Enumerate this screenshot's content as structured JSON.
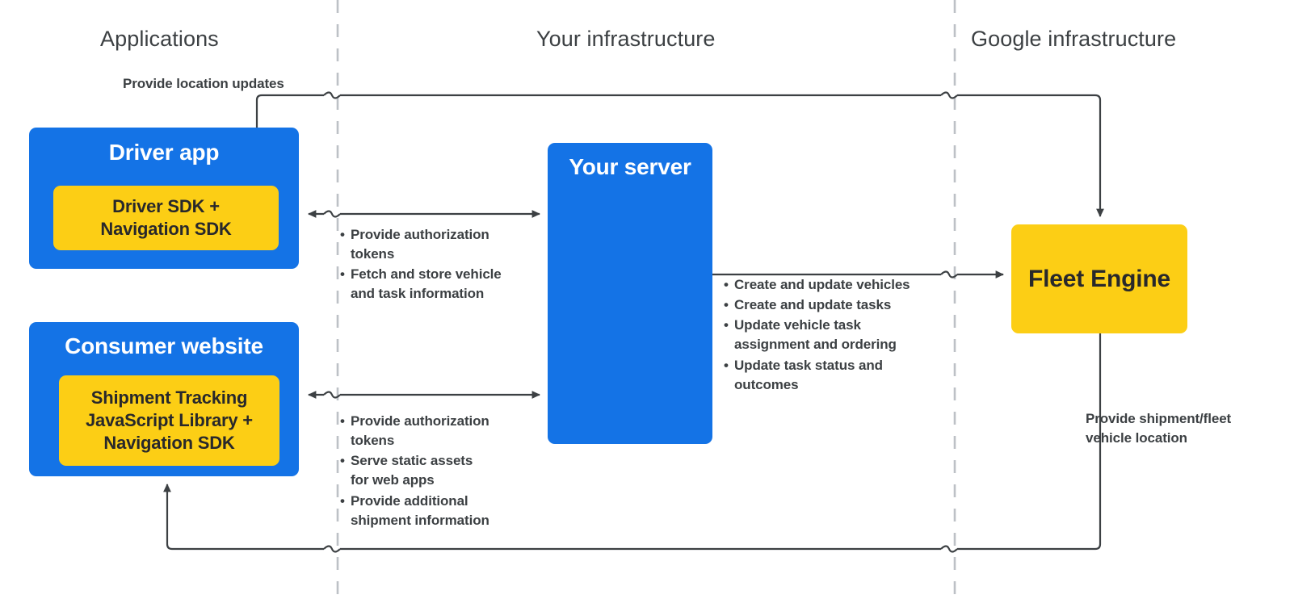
{
  "title": "Fleet Engine / Last Mile Fleet Solution architecture",
  "colors": {
    "blue": "#1473e6",
    "yellow": "#fcce15",
    "text_dark": "#3c4043",
    "box_text_dark": "#28282b",
    "line": "#3c4043",
    "divider": "#bdc1c6",
    "background": "#ffffff"
  },
  "zones": [
    {
      "id": "applications",
      "label": "Applications"
    },
    {
      "id": "your-infrastructure",
      "label": "Your infrastructure"
    },
    {
      "id": "google-infrastructure",
      "label": "Google infrastructure"
    }
  ],
  "nodes": {
    "driver_app": {
      "title": "Driver app",
      "chip": "Driver SDK +\nNavigation SDK",
      "chip_lines": [
        "Driver SDK +",
        "Navigation SDK"
      ]
    },
    "consumer_website": {
      "title": "Consumer website",
      "chip_lines": [
        "Shipment Tracking",
        "JavaScript Library  +",
        "Navigation SDK"
      ]
    },
    "your_server": {
      "title": "Your server"
    },
    "fleet_engine": {
      "title": "Fleet Engine"
    }
  },
  "edges": {
    "location_updates": {
      "label": "Provide location updates",
      "from": "driver_app",
      "to": "fleet_engine",
      "direction": "one-way"
    },
    "driver_server": {
      "direction": "two-way",
      "from": "driver_app",
      "to": "your_server",
      "bullets": [
        "Provide authorization tokens",
        "Fetch and store vehicle and task information"
      ],
      "bullet_lines": [
        [
          "Provide authorization",
          "tokens"
        ],
        [
          "Fetch and store vehicle",
          "and task information"
        ]
      ]
    },
    "consumer_server": {
      "direction": "two-way",
      "from": "consumer_website",
      "to": "your_server",
      "bullets": [
        "Provide authorization tokens",
        "Serve static assets for web apps",
        "Provide additional shipment information"
      ],
      "bullet_lines": [
        [
          "Provide authorization",
          "tokens"
        ],
        [
          "Serve static assets",
          "for web apps"
        ],
        [
          "Provide additional",
          "shipment information"
        ]
      ]
    },
    "server_fleet": {
      "direction": "one-way",
      "from": "your_server",
      "to": "fleet_engine",
      "bullets": [
        "Create and update vehicles",
        "Create and update tasks",
        "Update vehicle task assignment and ordering",
        "Update task status and outcomes"
      ],
      "bullet_lines": [
        [
          "Create and update vehicles"
        ],
        [
          "Create and update tasks"
        ],
        [
          "Update vehicle task",
          "assignment and ordering"
        ],
        [
          "Update task status and",
          "outcomes"
        ]
      ]
    },
    "fleet_consumer": {
      "direction": "one-way",
      "from": "fleet_engine",
      "to": "consumer_website",
      "label_lines": [
        "Provide shipment/fleet",
        "vehicle location"
      ],
      "label": "Provide shipment/fleet vehicle location"
    }
  }
}
